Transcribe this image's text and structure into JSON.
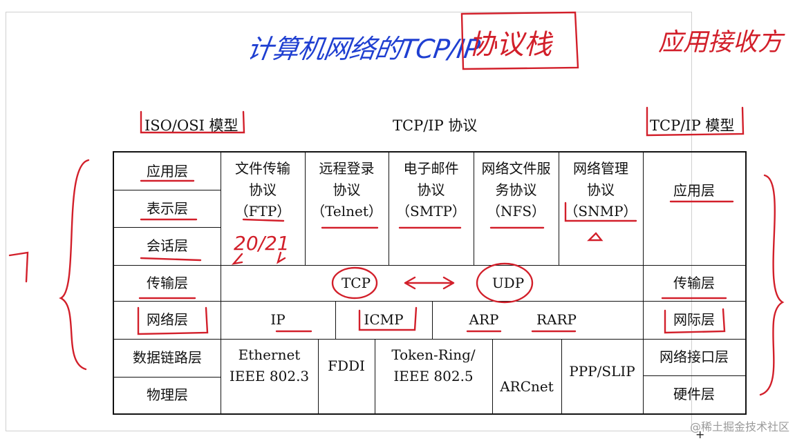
{
  "annotations": {
    "title": "计算机网络的TCP/IP",
    "stack_word": "协议栈",
    "top_right": "应用接收方",
    "left_number": "7",
    "ftp_ports": "20/21"
  },
  "headers": {
    "osi": "ISO/OSI 模型",
    "protocols": "TCP/IP 协议",
    "tcpip": "TCP/IP 模型"
  },
  "osi_layers": [
    "应用层",
    "表示层",
    "会话层",
    "传输层",
    "网络层",
    "数据链路层",
    "物理层"
  ],
  "app_protocols": [
    {
      "l1": "文件传输",
      "l2": "协议",
      "l3": "（FTP）"
    },
    {
      "l1": "远程登录",
      "l2": "协议",
      "l3": "（Telnet）"
    },
    {
      "l1": "电子邮件",
      "l2": "协议",
      "l3": "（SMTP）"
    },
    {
      "l1": "网络文件服",
      "l2": "务协议",
      "l3": "（NFS）"
    },
    {
      "l1": "网络管理",
      "l2": "协议",
      "l3": "（SNMP）"
    }
  ],
  "transport": {
    "tcp": "TCP",
    "udp": "UDP"
  },
  "network": {
    "ip": "IP",
    "icmp": "ICMP",
    "arp": "ARP",
    "rarp": "RARP"
  },
  "link": {
    "ethernet_l1": "Ethernet",
    "ethernet_l2": "IEEE 802.3",
    "fddi": "FDDI",
    "token_l1": "Token-Ring/",
    "token_l2": "IEEE 802.5",
    "arcnet": "ARCnet",
    "ppp": "PPP/SLIP"
  },
  "tcpip_layers": {
    "app": "应用层",
    "transport": "传输层",
    "internet": "网际层",
    "netif": "网络接口层",
    "hardware": "硬件层"
  },
  "watermark": "@稀土掘金技术社区",
  "colors": {
    "ink": "#111111",
    "annotation_red": "#d21f2a",
    "annotation_blue": "#1f3fd1"
  }
}
